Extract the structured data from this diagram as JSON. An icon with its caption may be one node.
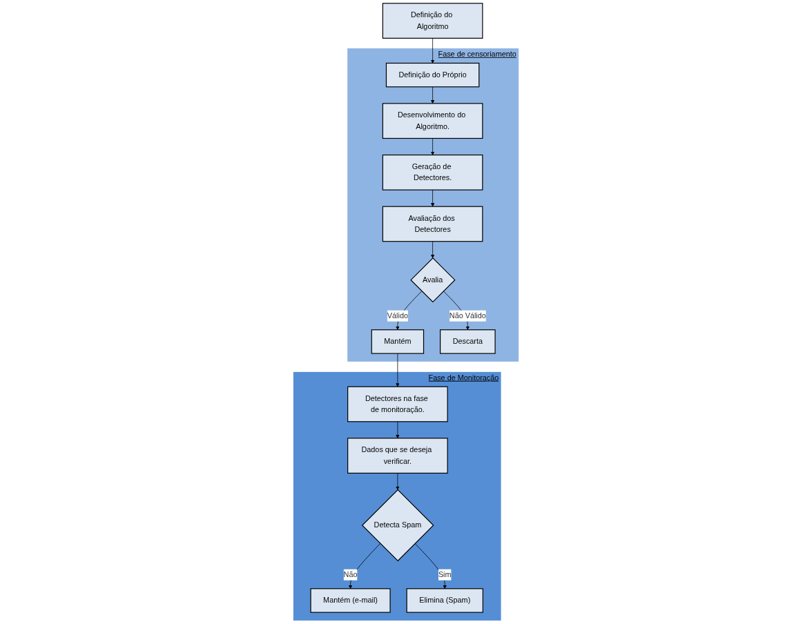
{
  "diagram": {
    "nodes": [
      {
        "text": [
          "Definição do Algoritmo"
        ]
      },
      {
        "text": [
          "Fase de censoriamento"
        ]
      },
      {
        "text": [
          "Definição do Próprio"
        ],
        "in": 1
      },
      {
        "text": [
          "Desenvolvimento do Algoritmo."
        ],
        "in": 1
      },
      {
        "text": [
          "Avaliação dos Detectores"
        ],
        "in": 1
      },
      {
        "text": [
          "Geração de Detectores."
        ],
        "in": 1
      },
      {
        "text": [
          "Avalia"
        ],
        "in": 1
      },
      {
        "text": [
          "Mantém"
        ],
        "in": 1
      },
      {
        "text": [
          "Descarta"
        ],
        "in": 1
      },
      {
        "text": [
          "Fase de Monitoração"
        ]
      },
      {
        "text": [
          "Detectores na fase de monitoração."
        ],
        "in": 9
      },
      {
        "text": [
          "Dados que se deseja verificar."
        ],
        "in": 9
      },
      {
        "text": [
          "Mantém (e-mail)"
        ],
        "in": 9
      },
      {
        "text": [
          "Detecta Spam"
        ],
        "in": 9
      },
      {
        "text": [
          "Elimina (Spam)"
        ],
        "in": 9
      }
    ],
    "edges": [
      {
        "from": 0,
        "to": 2,
        "arrow": "to"
      },
      {
        "from": 2,
        "to": 3,
        "arrow": "to"
      },
      {
        "from": 3,
        "to": 5,
        "arrow": "to"
      },
      {
        "from": 5,
        "to": 4,
        "arrow": "to"
      },
      {
        "from": 4,
        "to": 6,
        "arrow": "to"
      },
      {
        "from": 6,
        "to": 7,
        "label": "Válido",
        "arrow": "to"
      },
      {
        "from": 6,
        "to": 8,
        "label": "Não Válido",
        "arrow": "to"
      },
      {
        "from": 7,
        "to": 10,
        "arrow": "to"
      },
      {
        "from": 10,
        "to": 11,
        "arrow": "to"
      },
      {
        "from": 11,
        "to": 13,
        "arrow": "to"
      },
      {
        "from": 13,
        "to": 12,
        "label": "Não",
        "arrow": "to"
      },
      {
        "from": 13,
        "to": 14,
        "label": "Sim",
        "arrow": "to"
      }
    ]
  }
}
